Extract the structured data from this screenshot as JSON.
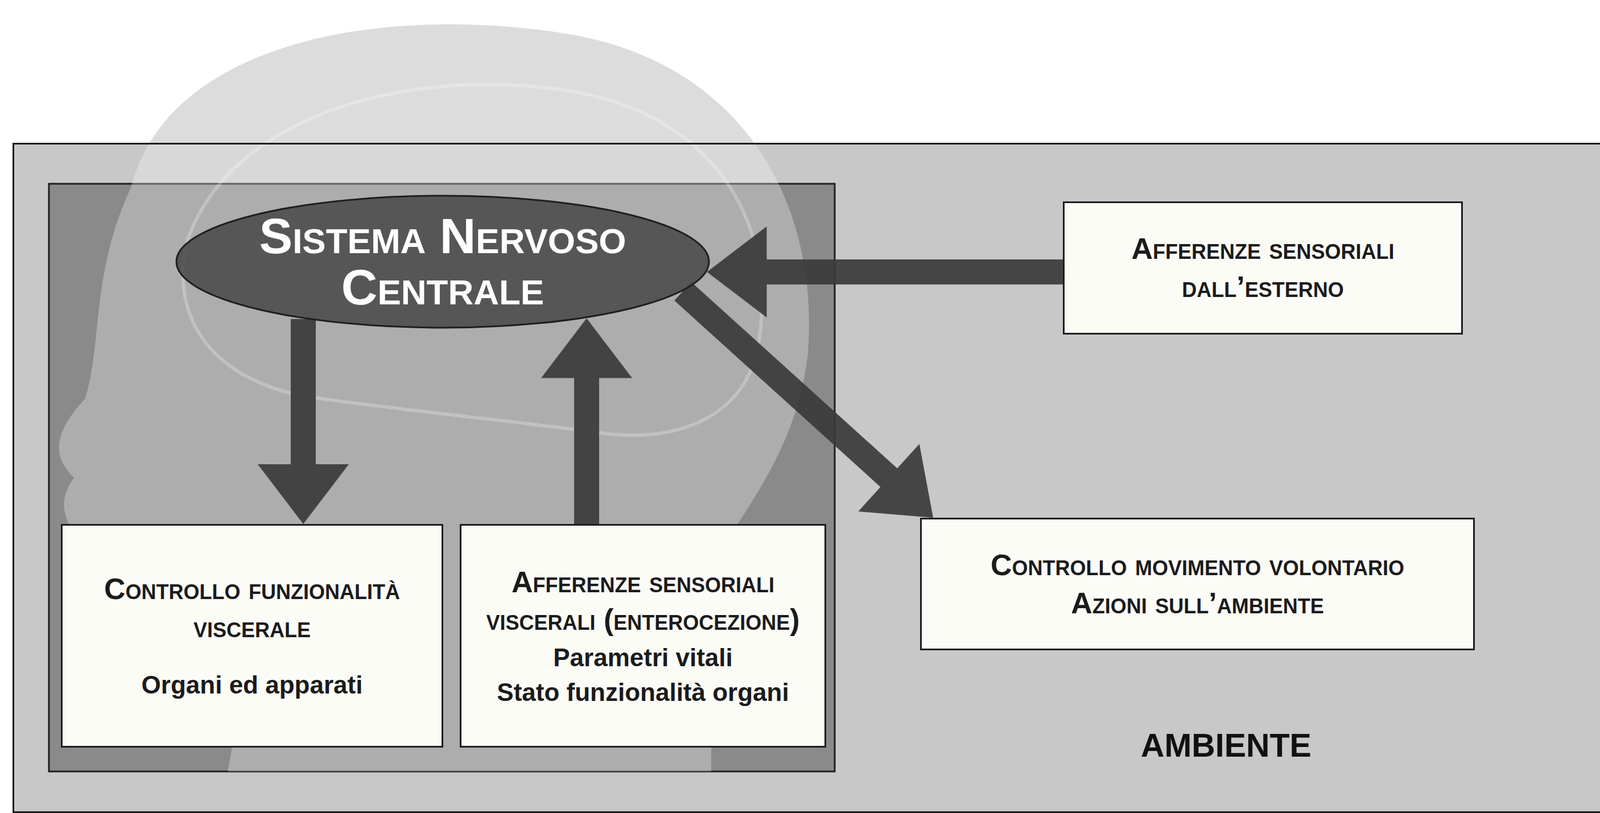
{
  "diagram": {
    "nodes": [
      {
        "text": [
          "AMBIENTE"
        ]
      },
      {
        "text": [
          "Sistema Nervoso Centrale"
        ],
        "in": 0
      },
      {
        "text": [
          "Afferenze sensoriali dall’esterno"
        ],
        "in": 0
      },
      {
        "text": [
          "Controllo funzionalità viscerale",
          "Organi ed apparati"
        ],
        "in": 0
      },
      {
        "text": [
          "Afferenze sensoriali viscerali (enterocezione)",
          "Parametri vitali",
          "Stato funzionalità organi"
        ],
        "in": 0
      },
      {
        "text": [
          "Controllo movimento volontario",
          "Azioni sull’ambiente"
        ],
        "in": 0
      }
    ],
    "edges": [
      {
        "from": 2,
        "to": 1,
        "arrow": "to"
      },
      {
        "from": 1,
        "to": 5,
        "arrow": "to"
      },
      {
        "from": 1,
        "to": 3,
        "arrow": "to"
      },
      {
        "from": 4,
        "to": 1,
        "arrow": "to"
      }
    ]
  }
}
